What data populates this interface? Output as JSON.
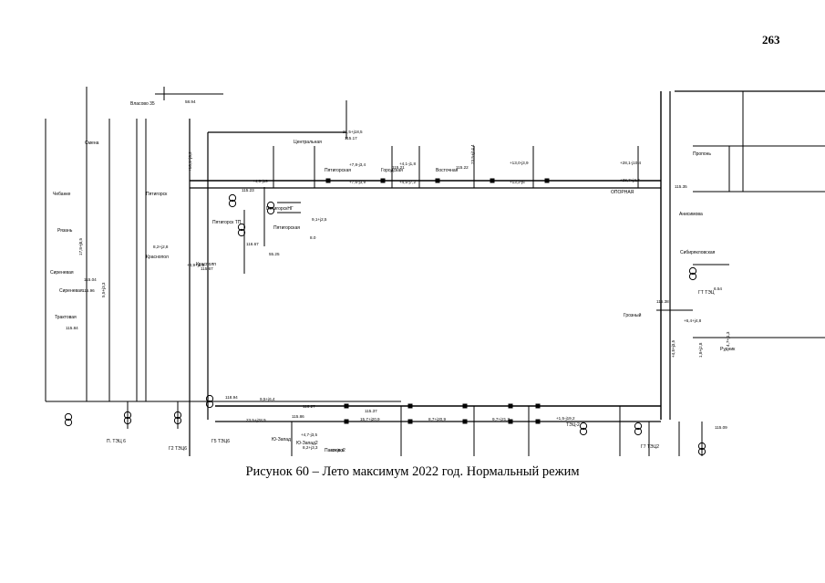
{
  "page": {
    "number": "263"
  },
  "caption": "Рисунок 60 – Лето максимум 2022 год. Нормальный режим",
  "nodes": [
    {
      "id": "vlaskovka",
      "label": "Власово 35"
    },
    {
      "id": "centralnaya",
      "label": "Центральная"
    },
    {
      "id": "pyatigorsk",
      "label": "Пятигорск"
    },
    {
      "id": "pyatigorskaya",
      "label": "Пятигорская"
    },
    {
      "id": "gorodskaya",
      "label": "Городская"
    },
    {
      "id": "vostochnaya",
      "label": "Восточная"
    },
    {
      "id": "opornaya",
      "label": "ОПОРНАЯ"
    },
    {
      "id": "pyatigorsk_tp",
      "label": "Пятигорск ТП"
    },
    {
      "id": "pyatigorsk_ng",
      "label": "ПятигорскНГ"
    },
    {
      "id": "pyatigorsk_ngp",
      "label": "Пятигорская"
    },
    {
      "id": "krasnaya",
      "label": "Краснопол"
    },
    {
      "id": "krasnaya2",
      "label": "Красполп"
    },
    {
      "id": "sirenevaya",
      "label": "Сиреневая"
    },
    {
      "id": "sirenevaya2",
      "label": "Сиреневая"
    },
    {
      "id": "traktovaya",
      "label": "Трактовая"
    },
    {
      "id": "ryazan",
      "label": "Рязань"
    },
    {
      "id": "grozny",
      "label": "Грозный"
    },
    {
      "id": "anisimova",
      "label": "Анисимова"
    },
    {
      "id": "sibiryakovskaya",
      "label": "Сибирякловская"
    },
    {
      "id": "gt_tec",
      "label": "ГТ ТЭЦ"
    },
    {
      "id": "p_tec6",
      "label": "П. ТЭЦ 6"
    },
    {
      "id": "g2_tec6",
      "label": "Г2 ТЭЦ6"
    },
    {
      "id": "g5_tec6",
      "label": "Г5 ТЭЦ6"
    },
    {
      "id": "tec2",
      "label": "ТЭЦ-2"
    },
    {
      "id": "g7_tec2",
      "label": "Г7 ТЭЦ2"
    },
    {
      "id": "zapad",
      "label": "Ю-Запад"
    },
    {
      "id": "zapad2",
      "label": "Ю-Запад2"
    },
    {
      "id": "pavlovo2",
      "label": "Павлово2"
    },
    {
      "id": "smena",
      "label": "Смена"
    },
    {
      "id": "chebuarkul",
      "label": "Чебанке"
    },
    {
      "id": "protva",
      "label": "Пропонь"
    },
    {
      "id": "rudnik",
      "label": "Рудник"
    }
  ],
  "flows": [
    "21,5+j18,5",
    "+7,8-j3,4",
    "+4,1-j1,8",
    "+13,0-j3,9",
    "+28,1-j10,4",
    "+7,6-j3,9",
    "+4,5-j7,2",
    "+13,2-j6",
    "+28,7+j2,7",
    "+4,5-j19",
    "9,1+j2,5",
    "8,2+j2,8",
    "+4,9+j5,5",
    "15,7+j20,9",
    "8,7+j20,9",
    "9,7+j21,3",
    "+1,5-j19,2",
    "+6,4+j4,8",
    "23,5+j28,9",
    "9,5+j6,4",
    "+4,7-j3,5",
    "8,2+j3,3",
    "+3+j5,8",
    "+4,8+j3,5",
    "1,8+j2,8",
    "4,7+j1,3",
    "5,5+j3,3",
    "17,8+j8,5",
    "+16,1+j6,2",
    "23,5+j14,4"
  ],
  "voltages": [
    "58.94",
    "115.17",
    "115.21",
    "115.22",
    "115.35",
    "115.23",
    "55.25",
    "115.67",
    "116.67",
    "115.04",
    "115.96",
    "115.84",
    "118.94",
    "116.27",
    "115.09",
    "6.54",
    "115.38",
    "115.86",
    "8.0",
    "115.37"
  ]
}
